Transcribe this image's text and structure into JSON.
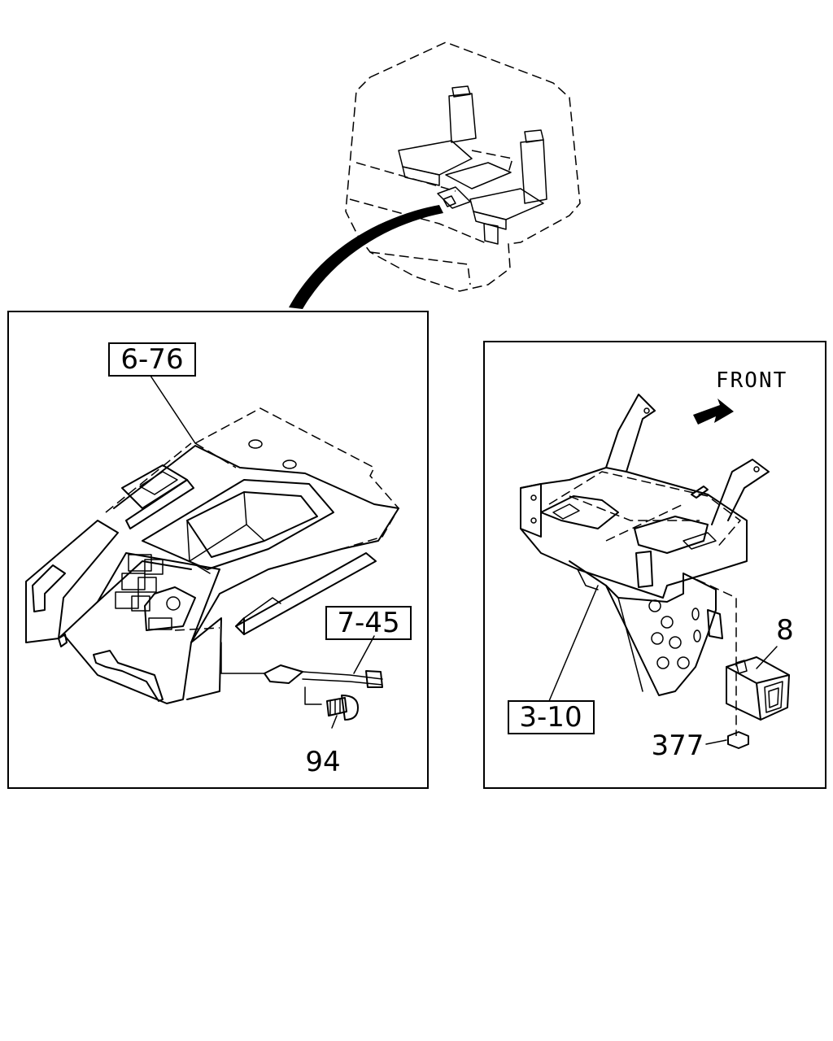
{
  "callouts": {
    "ref_6_76": "6-76",
    "ref_7_45": "7-45",
    "part_94": "94",
    "front_label": "FRONT",
    "part_8": "8",
    "ref_3_10": "3-10",
    "part_377": "377"
  }
}
